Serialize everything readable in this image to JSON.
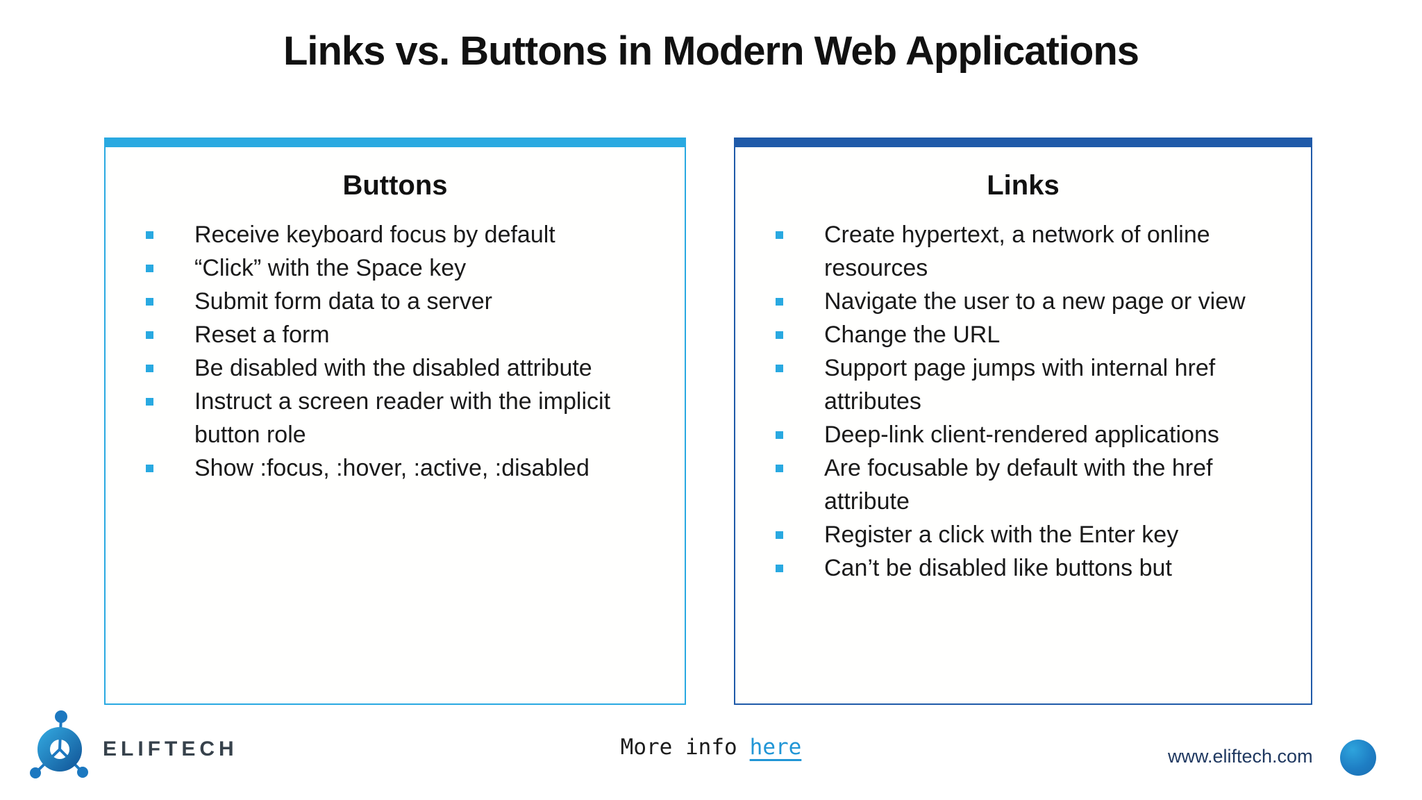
{
  "title": "Links vs. Buttons in Modern Web Applications",
  "cards": [
    {
      "heading": "Buttons",
      "accent_color": "#29a9e1",
      "items": [
        "Receive keyboard focus by default",
        "“Click” with the Space key",
        "Submit form data to a server",
        "Reset a form",
        "Be disabled with the disabled attribute",
        "Instruct a screen reader with the implicit button role",
        "Show :focus, :hover, :active, :disabled"
      ]
    },
    {
      "heading": "Links",
      "accent_color": "#1f5aa9",
      "items": [
        "Create hypertext, a network of online resources",
        "Navigate the user to a new page or view",
        "Change the URL",
        "Support page jumps with internal href attributes",
        "Deep-link client-rendered applications",
        "Are focusable by default with the href attribute",
        "Register a click with the Enter key",
        "Can’t be disabled like buttons but"
      ]
    }
  ],
  "footer": {
    "logo_text": "ELIFTECH",
    "more_info_text": "More info",
    "more_info_link": "here",
    "website": "www.eliftech.com"
  },
  "colors": {
    "light_blue": "#29a9e1",
    "dark_blue": "#1f5aa9",
    "link_blue": "#2196d6",
    "navy_text": "#1f3860",
    "logo_blue": "#1c78c0",
    "logo_text_color": "#37424c"
  }
}
